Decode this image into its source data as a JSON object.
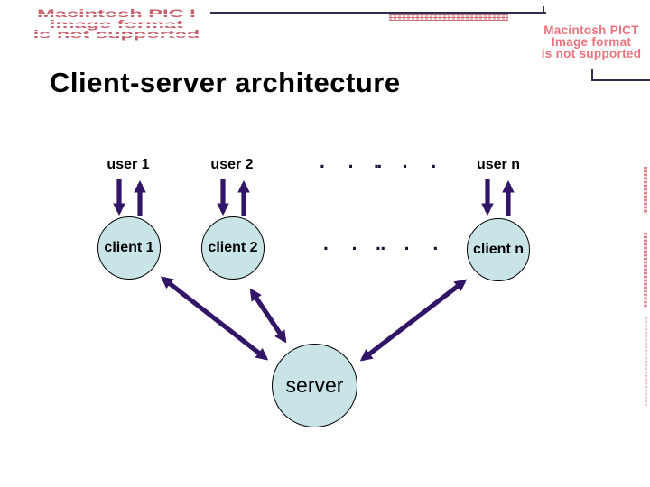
{
  "slide": {
    "title": "Client-server architecture"
  },
  "pict_placeholders": {
    "top_left": {
      "lines": [
        "Macintosh PIC I",
        "image format",
        "is not supported"
      ]
    },
    "top_right": {
      "lines": [
        "Macintosh PICT",
        "Image format",
        "is not supported"
      ]
    }
  },
  "diagram": {
    "users": [
      {
        "label": "user 1"
      },
      {
        "label": "user 2"
      },
      {
        "label": "user n"
      }
    ],
    "clients": [
      {
        "label": "client 1"
      },
      {
        "label": "client 2"
      },
      {
        "label": "client n"
      }
    ],
    "server": {
      "label": "server"
    },
    "ellipsis": ". . .",
    "colors": {
      "arrow": "#321566",
      "node_fill": "#C8E4E6",
      "node_border": "#000000",
      "pict_text_left": "#C7616C",
      "pict_text_right": "#E8737C",
      "top_rule": "#2E2E4C"
    }
  }
}
